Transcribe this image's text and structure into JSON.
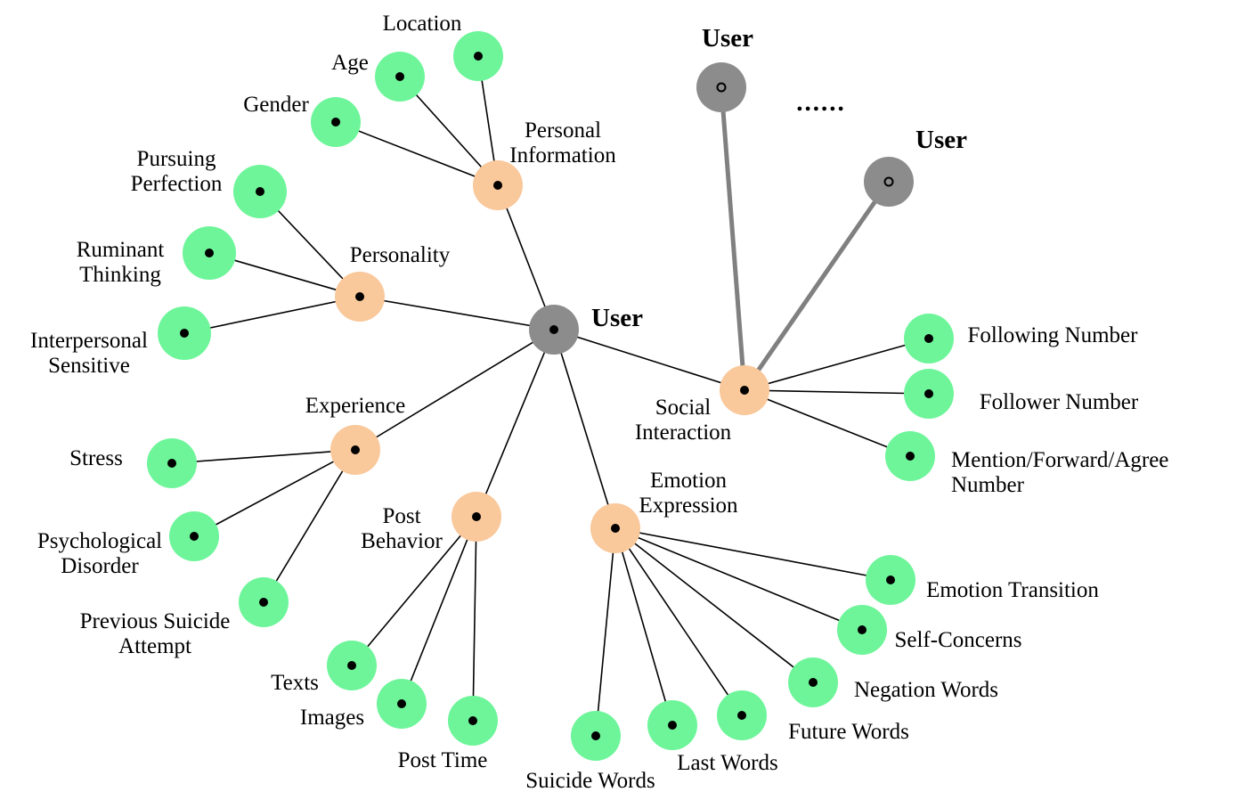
{
  "colors": {
    "root": "#8c8c8c",
    "category": "#f9c89b",
    "leaf": "#6ef59a",
    "peer": "#8c8c8c",
    "edge": "#000000",
    "peer_edge": "#808080"
  },
  "root": {
    "id": "user",
    "label": "User"
  },
  "ellipsis": "......",
  "peers": [
    {
      "id": "peer-1",
      "label": "User"
    },
    {
      "id": "peer-2",
      "label": "User"
    }
  ],
  "categories": [
    {
      "id": "personal-information",
      "label": [
        "Personal",
        "Information"
      ],
      "leaves": [
        {
          "id": "location",
          "label": [
            "Location"
          ]
        },
        {
          "id": "age",
          "label": [
            "Age"
          ]
        },
        {
          "id": "gender",
          "label": [
            "Gender"
          ]
        }
      ]
    },
    {
      "id": "personality",
      "label": [
        "Personality"
      ],
      "leaves": [
        {
          "id": "pursuing-perfection",
          "label": [
            "Pursuing",
            "Perfection"
          ]
        },
        {
          "id": "ruminant-thinking",
          "label": [
            "Ruminant",
            "Thinking"
          ]
        },
        {
          "id": "interpersonal-sensitive",
          "label": [
            "Interpersonal",
            "Sensitive"
          ]
        }
      ]
    },
    {
      "id": "experience",
      "label": [
        "Experience"
      ],
      "leaves": [
        {
          "id": "stress",
          "label": [
            "Stress"
          ]
        },
        {
          "id": "psychological-disorder",
          "label": [
            "Psychological",
            "Disorder"
          ]
        },
        {
          "id": "previous-suicide-attempt",
          "label": [
            "Previous Suicide",
            "Attempt"
          ]
        }
      ]
    },
    {
      "id": "post-behavior",
      "label": [
        "Post",
        "Behavior"
      ],
      "leaves": [
        {
          "id": "texts",
          "label": [
            "Texts"
          ]
        },
        {
          "id": "images",
          "label": [
            "Images"
          ]
        },
        {
          "id": "post-time",
          "label": [
            "Post Time"
          ]
        }
      ]
    },
    {
      "id": "emotion-expression",
      "label": [
        "Emotion",
        "Expression"
      ],
      "leaves": [
        {
          "id": "suicide-words",
          "label": [
            "Suicide Words"
          ]
        },
        {
          "id": "last-words",
          "label": [
            "Last Words"
          ]
        },
        {
          "id": "future-words",
          "label": [
            "Future Words"
          ]
        },
        {
          "id": "negation-words",
          "label": [
            "Negation Words"
          ]
        },
        {
          "id": "self-concerns",
          "label": [
            "Self-Concerns"
          ]
        },
        {
          "id": "emotion-transition",
          "label": [
            "Emotion Transition"
          ]
        }
      ]
    },
    {
      "id": "social-interaction",
      "label": [
        "Social",
        "Interaction"
      ],
      "leaves": [
        {
          "id": "following-number",
          "label": [
            "Following Number"
          ]
        },
        {
          "id": "follower-number",
          "label": [
            "Follower Number"
          ]
        },
        {
          "id": "mention-forward-agree-number",
          "label": [
            "Mention/Forward/Agree",
            "Number"
          ]
        }
      ]
    }
  ]
}
